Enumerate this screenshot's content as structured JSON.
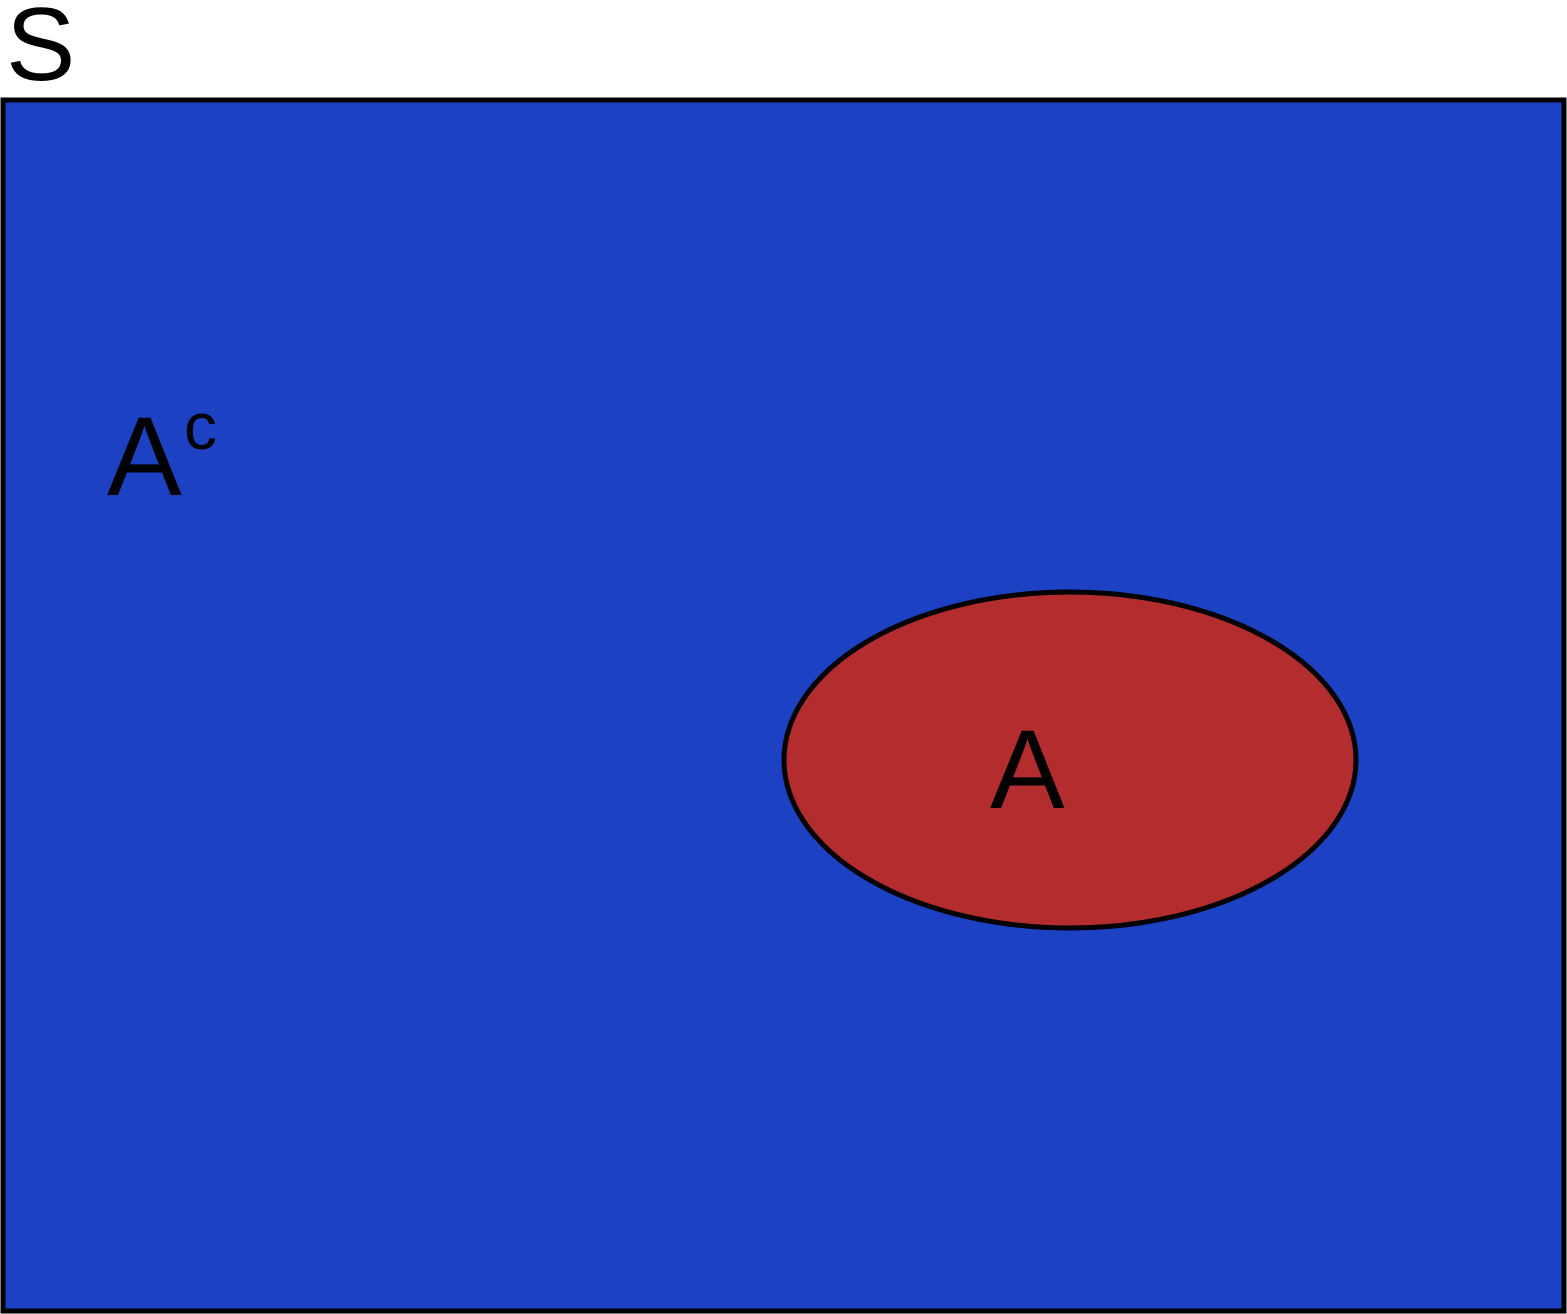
{
  "diagram": {
    "universe": {
      "label": "S",
      "fill": "#1d41c3"
    },
    "set_a": {
      "label": "A",
      "fill": "#b32d2f"
    },
    "complement": {
      "label": "A",
      "superscript": "c"
    },
    "outline_color": "#000000"
  }
}
